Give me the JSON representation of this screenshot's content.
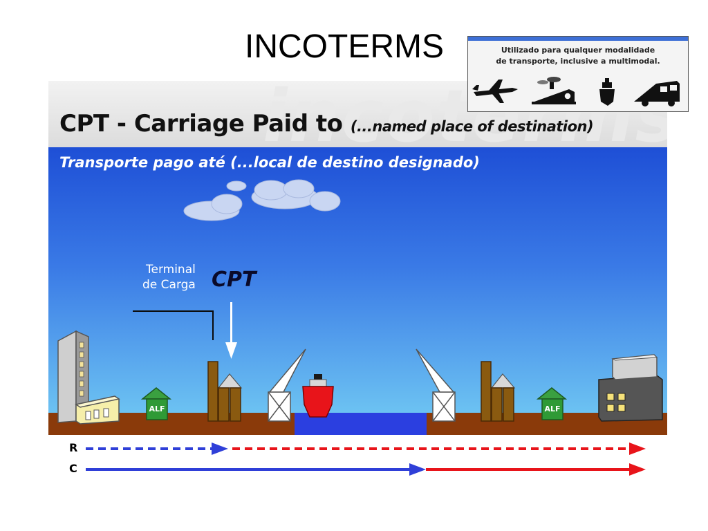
{
  "slide": {
    "title": "INCOTERMS"
  },
  "panel": {
    "watermark": "incoterms",
    "term_code_title": "CPT - Carriage Paid to",
    "term_subtitle": "(...named place of destination)",
    "translation": "Transporte pago até (...local de destino designado)",
    "terminal_line1": "Terminal",
    "terminal_line2": "de Carga",
    "marker": "CPT",
    "warehouse_label_1": "ALF",
    "warehouse_label_2": "ALF",
    "risk_letter": "R",
    "cost_letter": "C"
  },
  "info_box": {
    "line1": "Utilizado para qualquer modalidade",
    "line2": "de transporte, inclusive a multimodal.",
    "icons": [
      "airplane-icon",
      "train-icon",
      "ship-icon",
      "truck-icon"
    ]
  },
  "colors": {
    "seller": "#2f3fd8",
    "buyer": "#e8141a",
    "ground": "#8a3a0a",
    "water": "#2b3fe0"
  }
}
